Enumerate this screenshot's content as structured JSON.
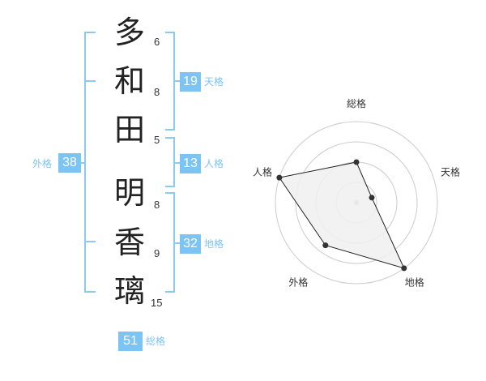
{
  "name": {
    "characters": [
      {
        "char": "多",
        "strokes": "6"
      },
      {
        "char": "和",
        "strokes": "8"
      },
      {
        "char": "田",
        "strokes": "5"
      },
      {
        "char": "明",
        "strokes": "8"
      },
      {
        "char": "香",
        "strokes": "9"
      },
      {
        "char": "璃",
        "strokes": "15"
      }
    ]
  },
  "fortunes": {
    "tenkaku": {
      "value": "19",
      "label": "天格"
    },
    "jinkaku": {
      "value": "13",
      "label": "人格"
    },
    "chikaku": {
      "value": "32",
      "label": "地格"
    },
    "gaikaku": {
      "value": "38",
      "label": "外格"
    },
    "soukaku": {
      "value": "51",
      "label": "総格"
    }
  },
  "colors": {
    "accent": "#7cc4f4",
    "bracket": "#8ccaf2",
    "label": "#7cc4f4"
  },
  "chart_data": {
    "type": "radar",
    "axes": [
      "総格",
      "天格",
      "地格",
      "外格",
      "人格"
    ],
    "values": [
      0.5,
      0.2,
      1.0,
      0.65,
      1.0
    ],
    "range": [
      0,
      1
    ],
    "rings": 4,
    "fill": "#f0f0f0",
    "stroke": "#222222",
    "grid_color": "#cccccc"
  }
}
